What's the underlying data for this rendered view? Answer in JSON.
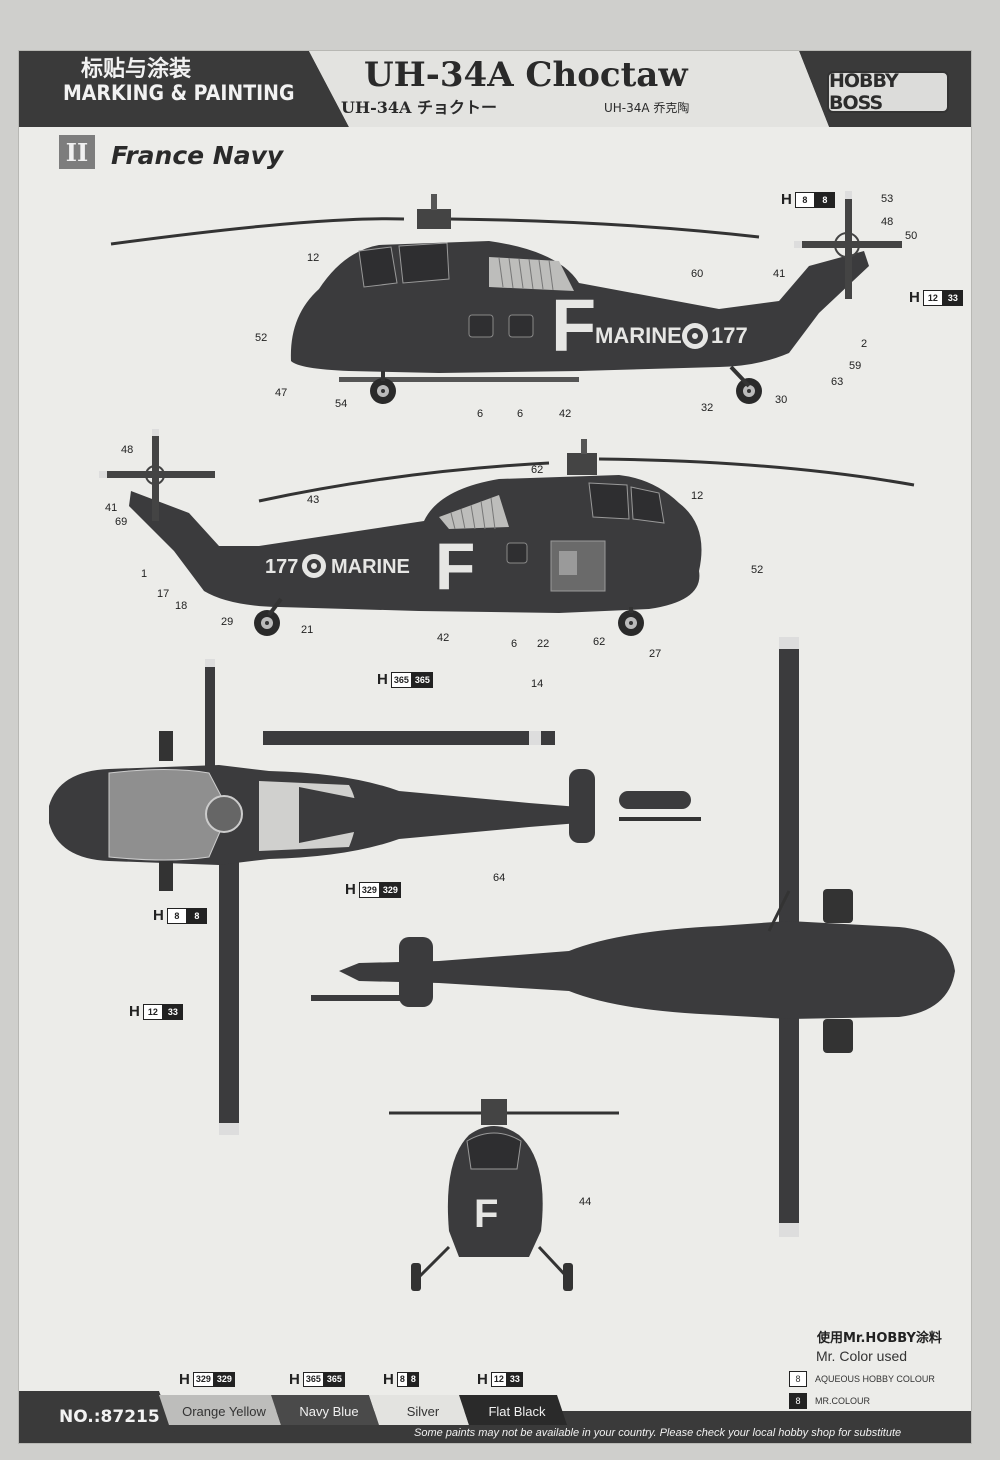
{
  "header": {
    "title_cn": "标贴与涂装",
    "title_en": "MARKING & PAINTING",
    "model": "UH-34A  Choctaw",
    "model_jp": "UH-34A  チョクトー",
    "model_cn": "UH-34A  乔克陶",
    "brand": "HOBBY BOSS"
  },
  "section": {
    "numeral": "II",
    "title": "France Navy"
  },
  "markings": {
    "tail_number": "177",
    "service": "MARINE",
    "letter": "F"
  },
  "callouts": {
    "side1": [
      "53",
      "48",
      "50",
      "41",
      "12",
      "60",
      "52",
      "2",
      "59",
      "63",
      "47",
      "54",
      "6",
      "6",
      "42",
      "32",
      "30"
    ],
    "side2": [
      "48",
      "41",
      "69",
      "43",
      "12",
      "62",
      "1",
      "17",
      "18",
      "52",
      "29",
      "21",
      "42",
      "6",
      "22",
      "62",
      "27"
    ],
    "top": [
      "14",
      "64"
    ],
    "front": [
      "44"
    ]
  },
  "color_codes": {
    "h8": {
      "h": "H",
      "a": "8",
      "b": "8"
    },
    "h12": {
      "h": "H",
      "a": "12",
      "b": "33"
    },
    "h365": {
      "h": "H",
      "a": "365",
      "b": "365"
    },
    "h329": {
      "h": "H",
      "a": "329",
      "b": "329"
    }
  },
  "legend": {
    "head": "使用Mr.HOBBY涂料",
    "sub": "Mr. Color used",
    "aqueous_code": "8",
    "aqueous_label": "AQUEOUS HOBBY COLOUR",
    "mrcolor_code": "8",
    "mrcolor_label": "MR.COLOUR"
  },
  "footer": {
    "product_no": "NO.:87215",
    "paints": [
      {
        "name": "Orange Yellow",
        "h": "H",
        "a": "329",
        "b": "329"
      },
      {
        "name": "Navy Blue",
        "h": "H",
        "a": "365",
        "b": "365"
      },
      {
        "name": "Silver",
        "h": "H",
        "a": "8",
        "b": "8"
      },
      {
        "name": "Flat Black",
        "h": "H",
        "a": "12",
        "b": "33"
      }
    ],
    "disclaimer": "Some paints may not be available in your country. Please check your local hobby shop for substitute"
  },
  "colors": {
    "dark_band": "#3a3a3a",
    "aircraft": "#3b3b3d",
    "silver": "#d8d8d6",
    "paper": "#ecece9"
  }
}
